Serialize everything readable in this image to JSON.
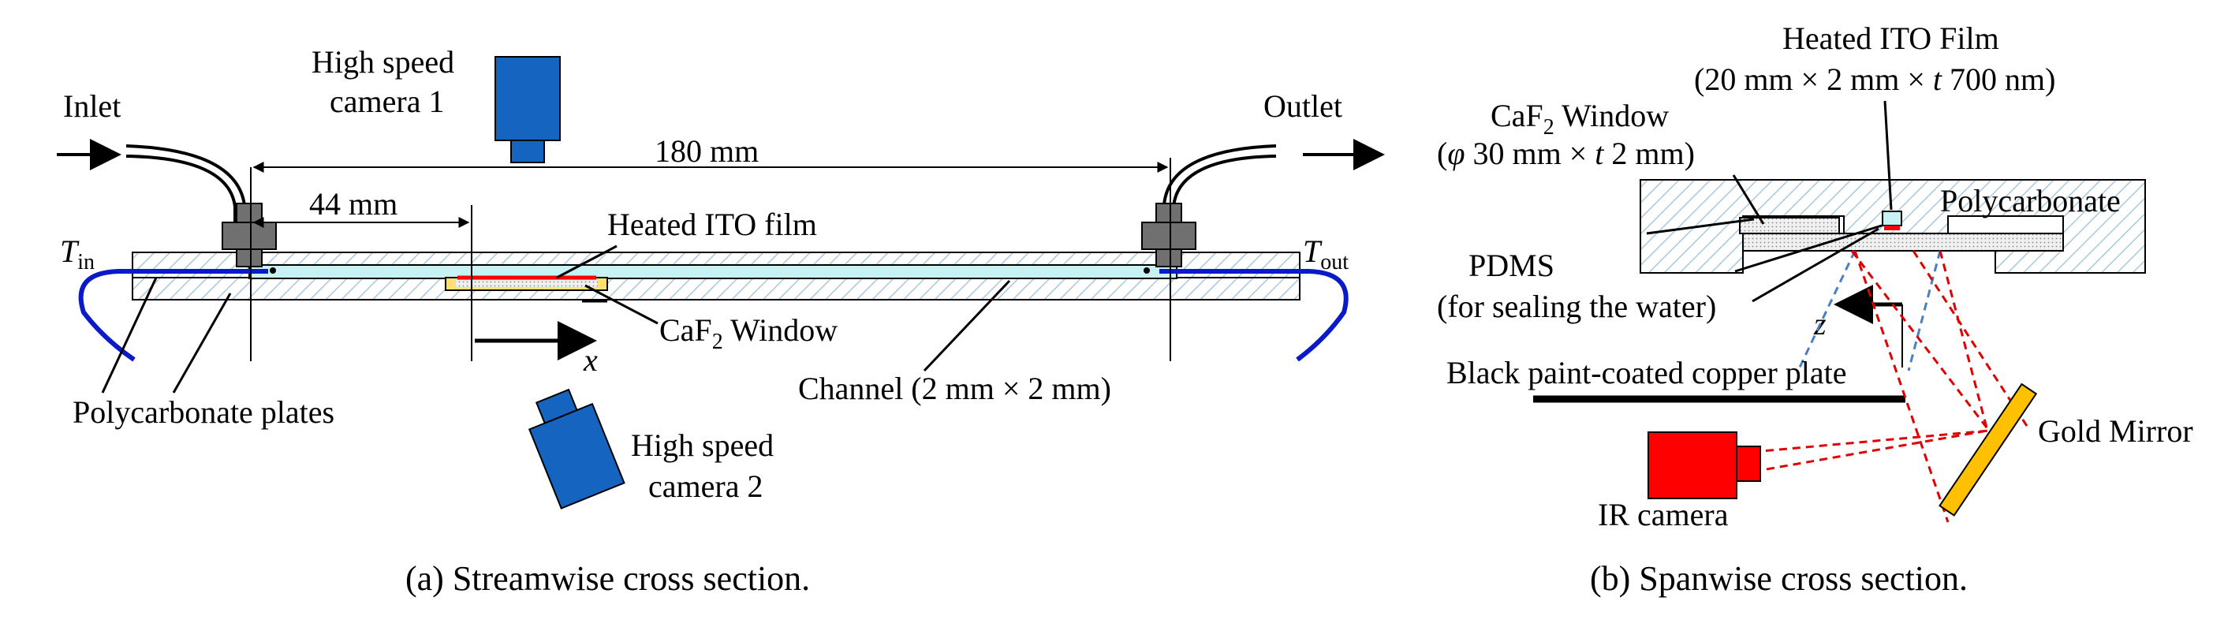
{
  "panel_a": {
    "caption": "(a) Streamwise cross section.",
    "inlet": "Inlet",
    "outlet": "Outlet",
    "camera1_line1": "High speed",
    "camera1_line2": "camera 1",
    "camera2_line1": "High speed",
    "camera2_line2": "camera 2",
    "dim_total": "180 mm",
    "dim_offset": "44 mm",
    "heated_ito": "Heated ITO film",
    "window_pre": "CaF",
    "window_sub": "2",
    "window_post": " Window",
    "channel": "Channel (2 mm × 2 mm)",
    "plates": "Polycarbonate plates",
    "t_in_main": "T",
    "t_in_sub": "in",
    "t_out_main": "T",
    "t_out_sub": "out",
    "x_axis": "x"
  },
  "panel_b": {
    "caption": "(b) Spanwise cross section.",
    "ito_line1": "Heated ITO Film",
    "ito_line2_pre": "(20 mm × 2 mm × ",
    "ito_line2_t": "t",
    "ito_line2_post": " 700 nm)",
    "window_pre": "CaF",
    "window_sub": "2",
    "window_post": " Window",
    "window_dim_pre": "(",
    "window_dim_phi": "φ",
    "window_dim_mid": " 30 mm × ",
    "window_dim_t": "t",
    "window_dim_post": " 2 mm)",
    "polycarbonate": "Polycarbonate",
    "pdms": "PDMS",
    "pdms_note": "(for sealing the water)",
    "z_axis": "z",
    "copper_plate": "Black paint-coated copper plate",
    "mirror": "Gold Mirror",
    "ir_camera": "IR camera"
  },
  "colors": {
    "camera_blue": "#1565c0",
    "camera_red": "#ff0000",
    "mirror_gold": "#ffc000",
    "channel_cyan": "#c6f2f4",
    "tube_blue": "#0000cc",
    "hatch": "#a8c8de",
    "ray_red": "#e00000",
    "ray_blue": "#4a7fc0",
    "fitting_gray": "#707070",
    "window_yellow": "#ffe070"
  }
}
